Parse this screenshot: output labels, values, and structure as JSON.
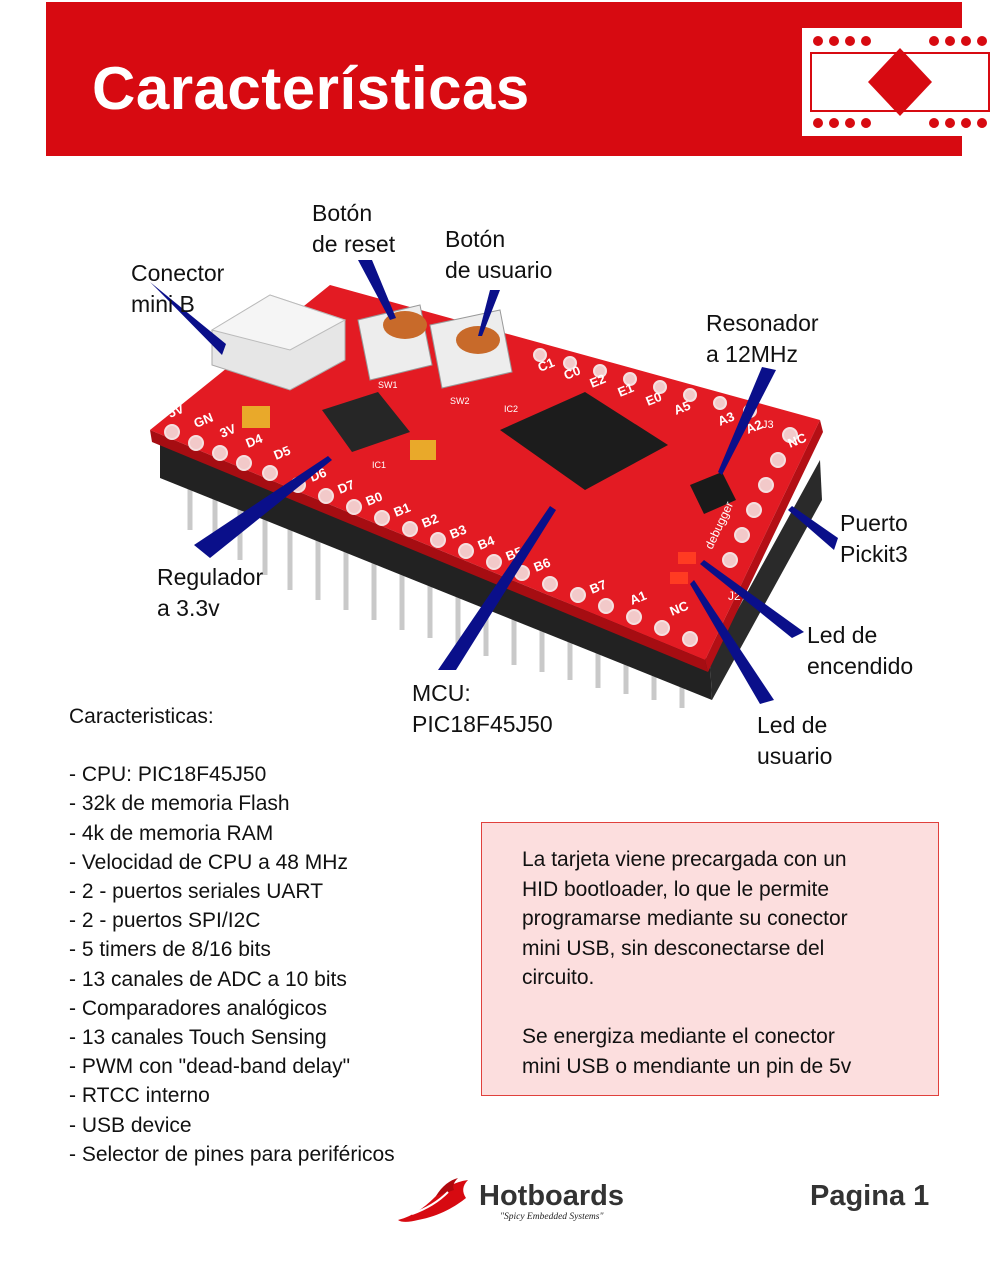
{
  "header": {
    "title": "Características"
  },
  "callouts": {
    "conector": [
      "Conector",
      "mini B"
    ],
    "reset": [
      "Botón",
      "de reset"
    ],
    "usuario_btn": [
      "Botón",
      "de usuario"
    ],
    "resonador": [
      "Resonador",
      "a 12MHz"
    ],
    "pickit": [
      "Puerto",
      "Pickit3"
    ],
    "regulador": [
      "Regulador",
      "a 3.3v"
    ],
    "mcu": [
      "MCU:",
      "PIC18F45J50"
    ],
    "led_encendido": [
      "Led de",
      "encendido"
    ],
    "led_usuario": [
      "Led de",
      "usuario"
    ]
  },
  "board": {
    "top_pins": [
      "5V",
      "GN",
      "3V",
      "D4",
      "D5"
    ],
    "bottom_pins": [
      "D6",
      "D7",
      "B0",
      "B1",
      "B2",
      "B3",
      "B4",
      "B5",
      "B6",
      "B7",
      "A1",
      "NC"
    ],
    "right_pins": [
      "C1",
      "C0",
      "E2",
      "E1",
      "E0",
      "A5",
      "A3",
      "A2",
      "NC"
    ],
    "silk_labels": [
      "SW1",
      "SW2",
      "IC1",
      "IC2",
      "debugger",
      "J2",
      "J3"
    ]
  },
  "features": {
    "heading": "Caracteristicas:",
    "items": [
      "- CPU: PIC18F45J50",
      "- 32k de memoria Flash",
      "- 4k de memoria RAM",
      "- Velocidad de CPU a 48 MHz",
      "- 2 - puertos seriales UART",
      "- 2 - puertos SPI/I2C",
      "- 5 timers de 8/16 bits",
      "- 13 canales de ADC a 10 bits",
      "- Comparadores analógicos",
      "- 13 canales Touch Sensing",
      "- PWM con \"dead-band delay\"",
      "- RTCC interno",
      "- USB device",
      "- Selector de pines para periféricos"
    ]
  },
  "note": {
    "lines1": [
      "La tarjeta viene precargada con un",
      "HID bootloader, lo que le permite",
      "programarse mediante su conector",
      "mini USB, sin desconectarse del",
      "circuito."
    ],
    "lines2": [
      "Se energiza mediante el conector",
      "mini USB o mendiante un pin de 5v"
    ]
  },
  "footer": {
    "brand": "Hotboards",
    "slogan": "\"Spicy Embedded Systems\"",
    "page": "Pagina 1"
  },
  "colors": {
    "brand_red": "#d70a11",
    "note_bg": "#fcdede",
    "arrow": "#0a0f8a"
  }
}
